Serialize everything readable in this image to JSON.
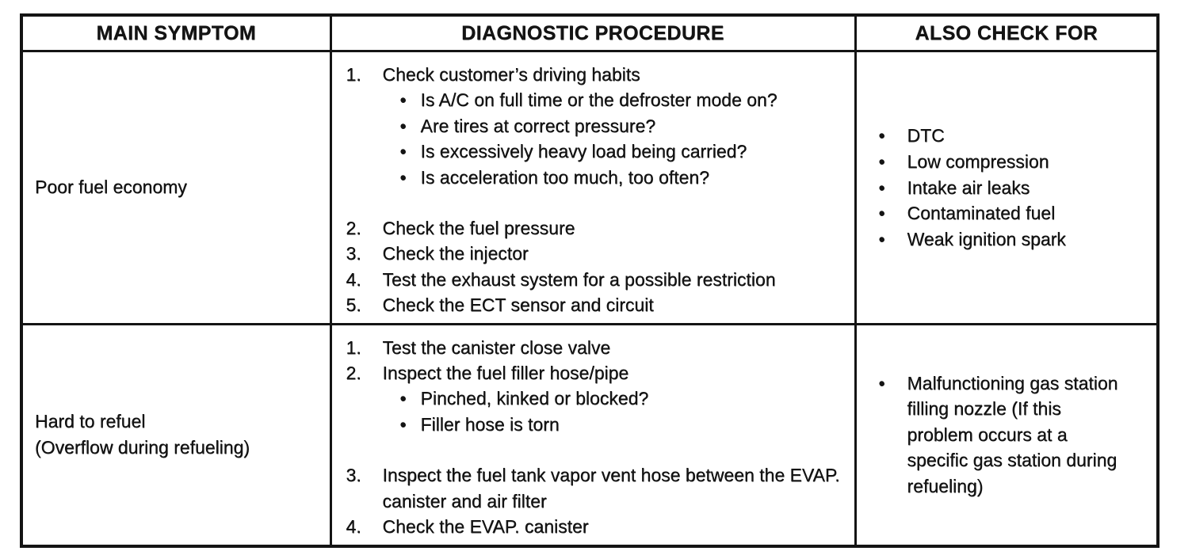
{
  "glyphs": {
    "bullet": "•"
  },
  "table": {
    "headers": [
      "MAIN SYMPTOM",
      "DIAGNOSTIC PROCEDURE",
      "ALSO CHECK FOR"
    ],
    "rows": [
      {
        "symptom_lines": [
          "Poor fuel economy"
        ],
        "procedure": [
          {
            "num": "1.",
            "text": "Check customer’s driving habits",
            "bullets": [
              "Is A/C on full time or the defroster mode on?",
              "Are tires at correct pressure?",
              "Is excessively heavy load being carried?",
              "Is acceleration too much, too often?"
            ]
          },
          {
            "num": "2.",
            "text": "Check the fuel pressure"
          },
          {
            "num": "3.",
            "text": "Check the injector"
          },
          {
            "num": "4.",
            "text": "Test the exhaust system for a possible restriction"
          },
          {
            "num": "5.",
            "text": "Check the ECT sensor and circuit"
          }
        ],
        "also_check": [
          "DTC",
          "Low compression",
          "Intake air leaks",
          "Contaminated fuel",
          "Weak ignition spark"
        ]
      },
      {
        "symptom_lines": [
          "Hard to refuel",
          "(Overflow during refueling)"
        ],
        "procedure": [
          {
            "num": "1.",
            "text": "Test the canister close valve"
          },
          {
            "num": "2.",
            "text": "Inspect the fuel filler hose/pipe",
            "bullets": [
              "Pinched, kinked or blocked?",
              "Filler hose is torn"
            ]
          },
          {
            "num": "3.",
            "text": "Inspect the fuel tank vapor vent hose between the EVAP. canister and air filter"
          },
          {
            "num": "4.",
            "text": "Check the EVAP. canister"
          }
        ],
        "also_check": [
          "Malfunctioning gas station filling nozzle (If this problem occurs at a specific gas station during refueling)"
        ]
      }
    ]
  }
}
